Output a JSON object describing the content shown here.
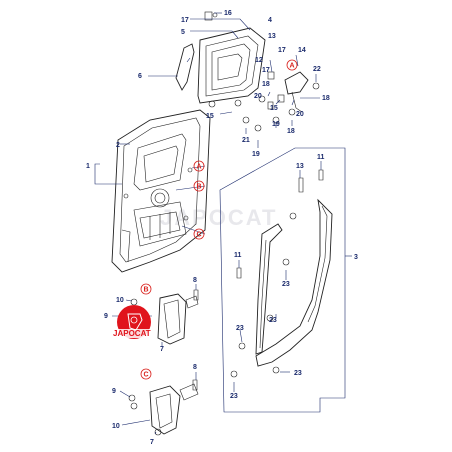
{
  "callouts": {
    "c1": "1",
    "c2": "2",
    "c3": "3",
    "c4": "4",
    "c5": "5",
    "c6": "6",
    "c7a": "7",
    "c7b": "7",
    "c8a": "8",
    "c8b": "8",
    "c9a": "9",
    "c9b": "9",
    "c10a": "10",
    "c10b": "10",
    "c11a": "11",
    "c11b": "11",
    "c12": "12",
    "c13": "13",
    "c14": "14",
    "c15a": "15",
    "c15b": "15",
    "c16": "16",
    "c17a": "17",
    "c17b": "17",
    "c17c": "17",
    "c18a": "18",
    "c18b": "18",
    "c19a": "19",
    "c19b": "19",
    "c20a": "20",
    "c20b": "20",
    "c21": "21",
    "c22": "22",
    "c23a": "23",
    "c23b": "23",
    "c23c": "23",
    "c23d": "23",
    "c23e": "23"
  },
  "refs": {
    "A1": "A",
    "A2": "A",
    "B1": "B",
    "B2": "B",
    "C1": "C",
    "C2": "C"
  },
  "logo": {
    "text": "JAPOCAT"
  },
  "colors": {
    "callout": "#1a2a6c",
    "ref": "#d9201c",
    "logo": "#e0141c",
    "line": "#222222"
  }
}
